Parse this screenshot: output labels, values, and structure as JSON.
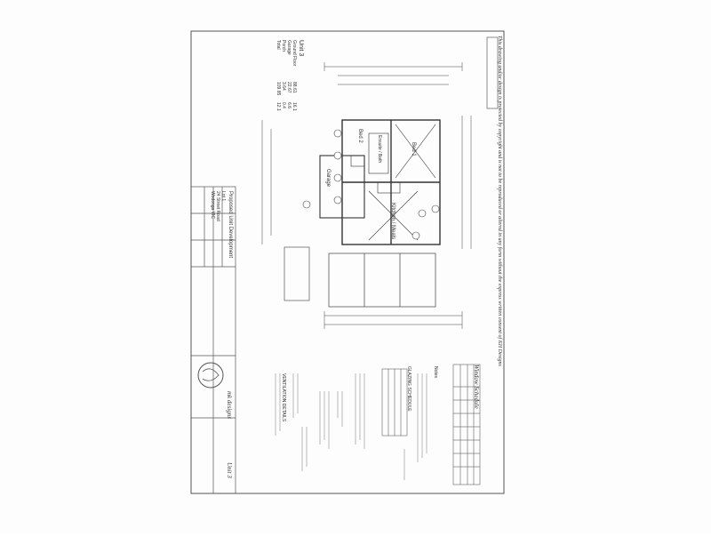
{
  "sheet": {
    "copyright_notice": "This drawing and/or design is protected by copyright and is not to be reproduced or altered in any form without the express written consent of KH Designs",
    "unit_label": "Unit 3",
    "areas_title": "Unit 3",
    "areas": [
      {
        "name": "Ground Floor",
        "value": "88.61",
        "unit": "16.1"
      },
      {
        "name": "Garage",
        "value": "22.67",
        "unit": "6.6"
      },
      {
        "name": "Porch",
        "value": "3.64",
        "unit": "0.4"
      },
      {
        "name": "Total",
        "value": "109.85",
        "unit": "12.1"
      }
    ],
    "rooms": [
      {
        "name": "Bed 2"
      },
      {
        "name": "Ensuite / Bath"
      },
      {
        "name": "Garage"
      },
      {
        "name": "Bed 1"
      },
      {
        "name": "Kitchen / Meals"
      }
    ],
    "schedule_title": "Window Schedule",
    "notes_title": "Notes",
    "glazing_title": "GLAZING SCHEDULE",
    "ventilation_title": "VENTILATION DETAILS",
    "title_block": {
      "project": "Proposed Unit Development",
      "address_line1": "Lot 1",
      "address_line2": "24 Street Road",
      "client": "Wodonga VIC",
      "company": "mk designs",
      "drawing_label": "Unit 3"
    }
  },
  "colors": {
    "line": "#3a3a3a",
    "paper": "#fdfdfd"
  }
}
